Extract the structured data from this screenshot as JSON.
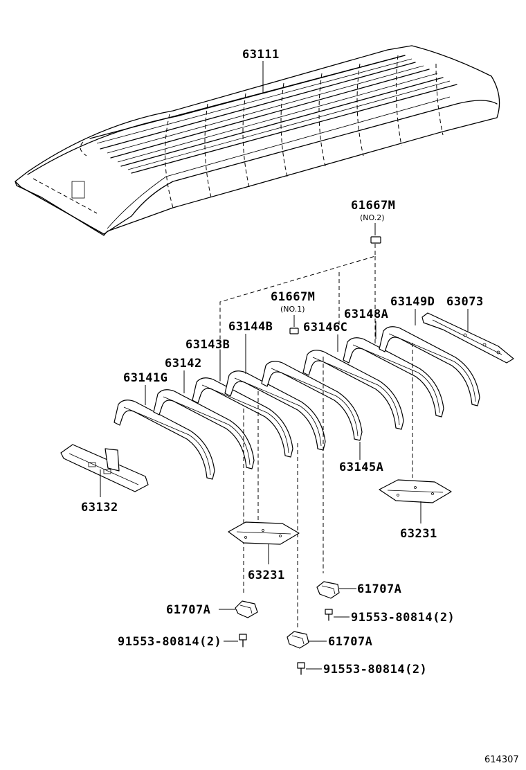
{
  "labels": {
    "p63111": "63111",
    "p61667m_no2": "61667M",
    "p61667m_no2_sub": "(NO.2)",
    "p61667m_no1": "61667M",
    "p61667m_no1_sub": "(NO.1)",
    "p63149d": "63149D",
    "p63073": "63073",
    "p63148a": "63148A",
    "p63146c": "63146C",
    "p63144b": "63144B",
    "p63143b": "63143B",
    "p63142": "63142",
    "p63141g": "63141G",
    "p63145a": "63145A",
    "p63132": "63132",
    "p63231_left": "63231",
    "p63231_right": "63231",
    "p61707a_1": "61707A",
    "p61707a_2": "61707A",
    "p61707a_3": "61707A",
    "p91553_1": "91553-80814(2)",
    "p91553_2": "91553-80814(2)",
    "p91553_3": "91553-80814(2)"
  },
  "figure_number": "614307",
  "colors": {
    "line": "#000000",
    "background": "#ffffff"
  }
}
